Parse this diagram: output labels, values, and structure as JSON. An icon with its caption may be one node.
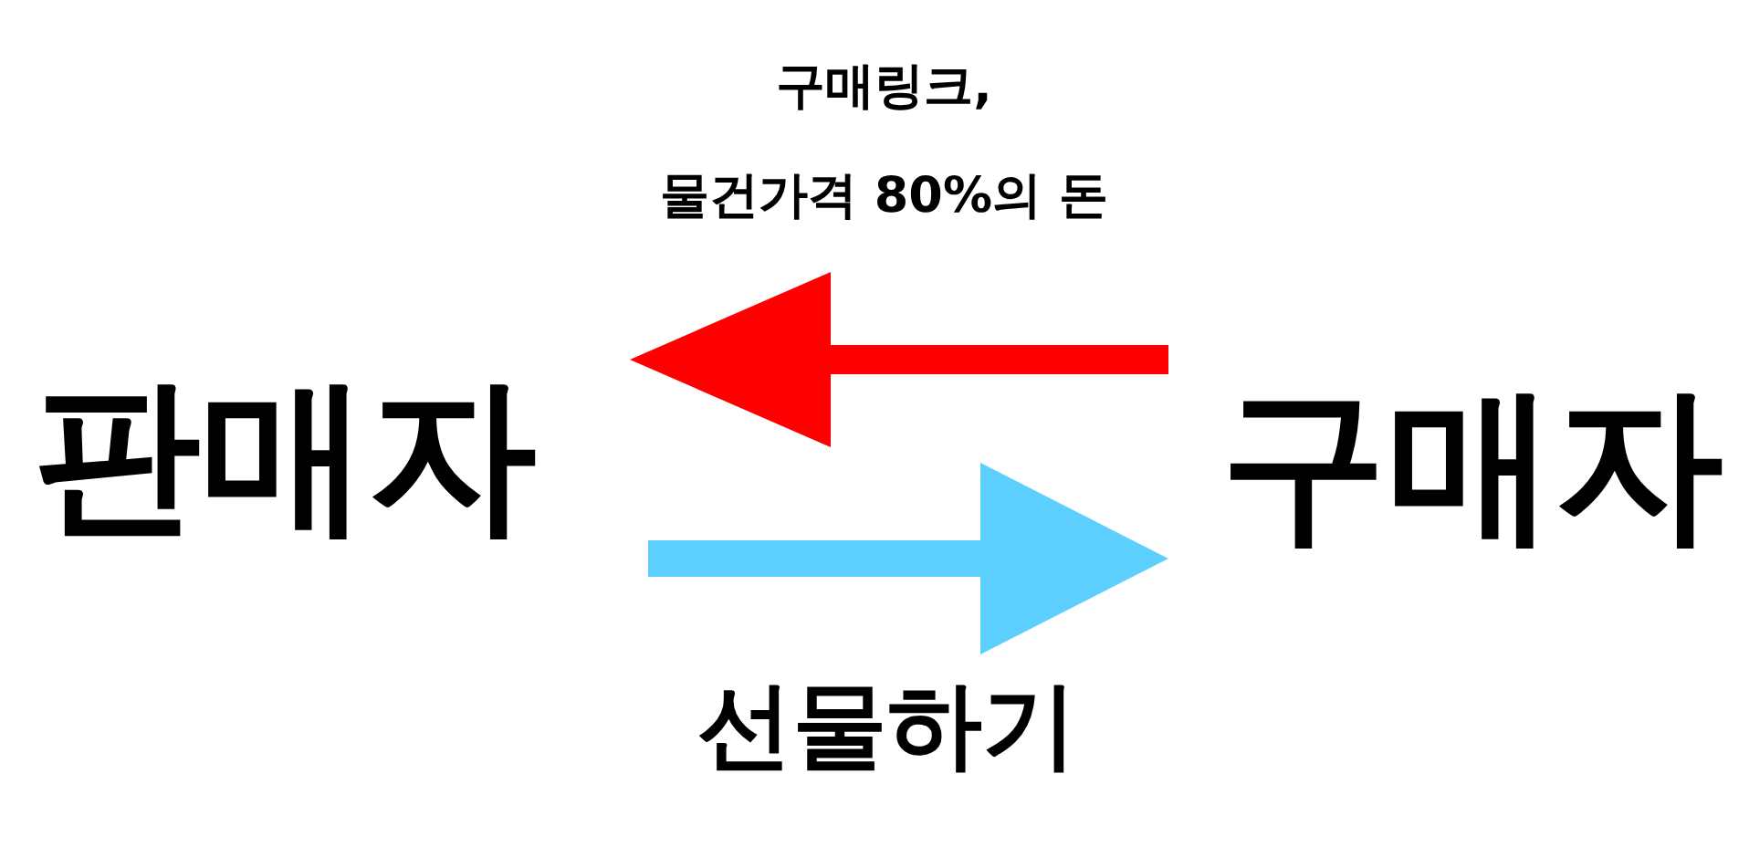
{
  "diagram": {
    "nodes": [
      {
        "text": [
          "판매자"
        ]
      },
      {
        "text": [
          "구매자"
        ]
      }
    ],
    "edges": [
      {
        "from": 1,
        "to": 0,
        "arrow": "to",
        "label": "구매링크, 물건가격 80%의 돈",
        "color": "#ff0000"
      },
      {
        "from": 0,
        "to": 1,
        "arrow": "to",
        "label": "선물하기",
        "color": "#5ccfff"
      }
    ]
  }
}
